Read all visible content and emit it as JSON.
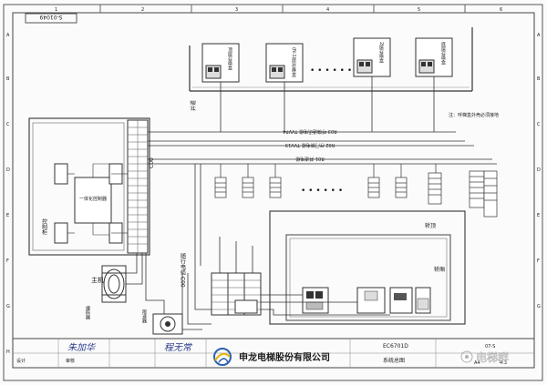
{
  "drawing": {
    "code_top": "S-01049",
    "code_bottom_right": "07-S",
    "doc_no": "EC6701D",
    "title": "系统总图",
    "sheet": "4:3",
    "page_label": "A4"
  },
  "grid": {
    "columns": [
      "1",
      "2",
      "3",
      "4",
      "5",
      "6"
    ],
    "rows": [
      "A",
      "B",
      "C",
      "D",
      "E",
      "F",
      "G",
      "H"
    ]
  },
  "hall_boxes": [
    {
      "label": "顶层召唤盒"
    },
    {
      "label": "(N-1)层召唤盒"
    },
    {
      "label": "2层召唤盒"
    },
    {
      "label": "底层召唤盒"
    }
  ],
  "labels": {
    "shaft": "井道",
    "note": "注：呼梯盒外壳必须接地",
    "control_cabinet": "控制柜",
    "controller": "一体化控制器",
    "motor": "主机",
    "encoder": "编码器",
    "governor": "限速器",
    "car": "轿厢",
    "car_top": "轿顶",
    "travel_cable": "随行电缆 C00",
    "cable_r03": "R03  呼梯通讯电缆  TVVP4",
    "cable_r02": "R02  厅门锁电缆  TVV19",
    "cable_r01": "R01  井道电缆",
    "co0": "C00",
    "ellipsis": "• • • • • •"
  },
  "title_block": {
    "signer1": "朱加华",
    "signer2": "程无常",
    "row_label1": "设计",
    "row_label2": "审核",
    "company": "申龙电梯股份有限公司"
  },
  "watermark": {
    "text": "电梯群"
  },
  "colors": {
    "line": "#3a3a3a",
    "company": "#1a1a1a",
    "logo_blue": "#2e5fb0",
    "logo_yellow": "#e8b400"
  }
}
